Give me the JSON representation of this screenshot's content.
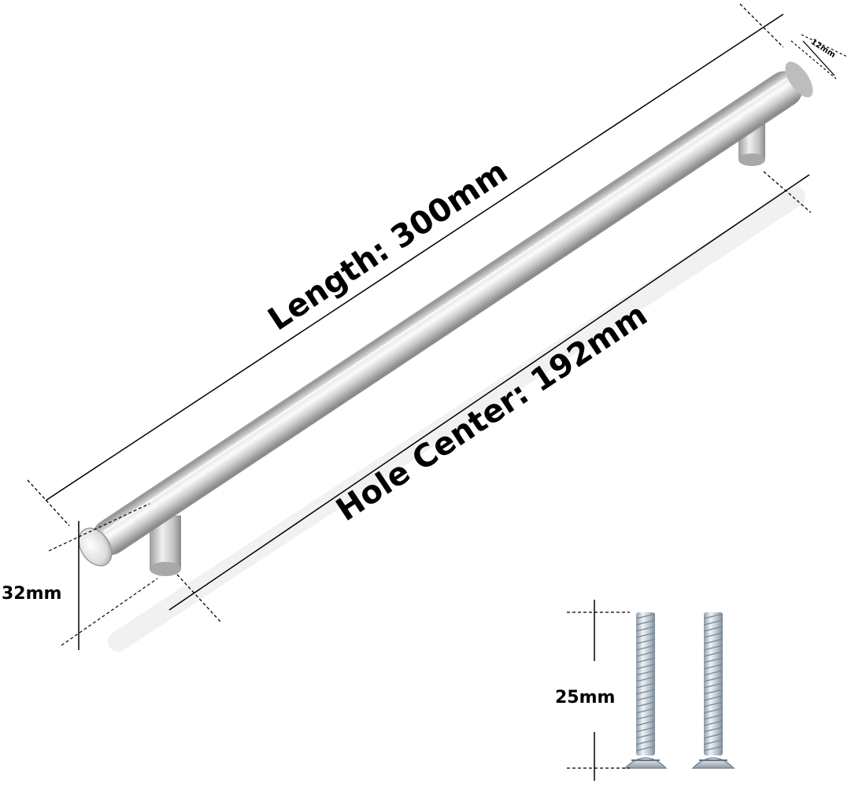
{
  "labels": {
    "length": "Length: 300mm",
    "hole_center": "Hole Center: 192mm",
    "height": "32mm",
    "diameter": "12mm",
    "screw_length": "25mm"
  },
  "colors": {
    "line": "#000000",
    "bar_light": "#f2f2f2",
    "bar_mid": "#c9c9c9",
    "bar_dark": "#8f8f8f",
    "screw_light": "#e8eef4",
    "screw_dark": "#8e9aa6"
  }
}
